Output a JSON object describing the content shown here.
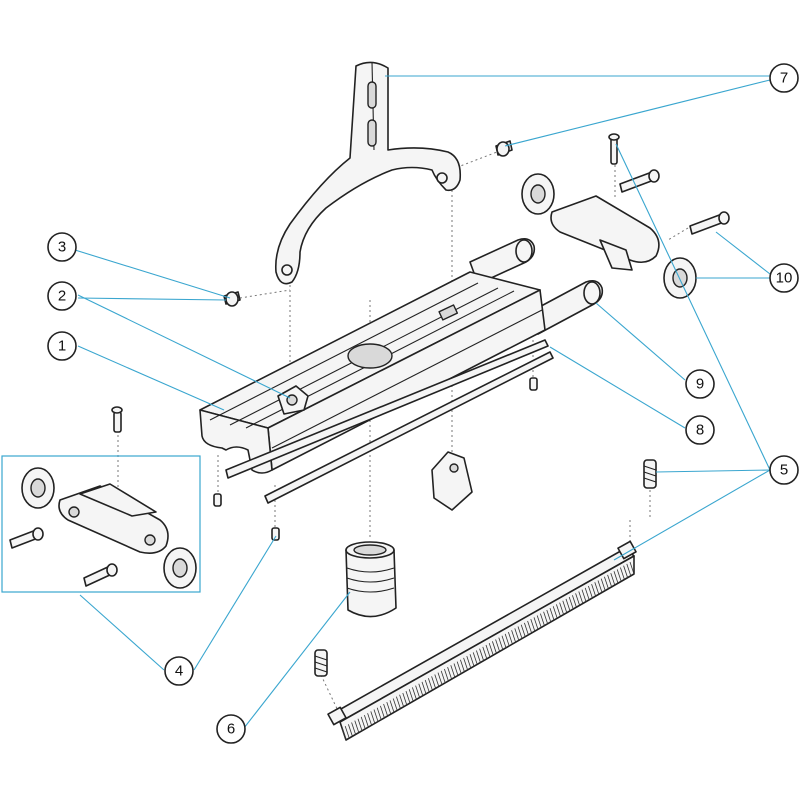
{
  "callouts": [
    {
      "id": "1",
      "label": "1"
    },
    {
      "id": "2",
      "label": "2"
    },
    {
      "id": "3",
      "label": "3"
    },
    {
      "id": "4",
      "label": "4"
    },
    {
      "id": "5",
      "label": "5"
    },
    {
      "id": "6",
      "label": "6"
    },
    {
      "id": "7",
      "label": "7"
    },
    {
      "id": "8",
      "label": "8"
    },
    {
      "id": "9",
      "label": "9"
    },
    {
      "id": "10",
      "label": "10"
    }
  ],
  "colors": {
    "leader": "#3aa6cf",
    "outline": "#222222",
    "fill": "#f5f5f5"
  }
}
